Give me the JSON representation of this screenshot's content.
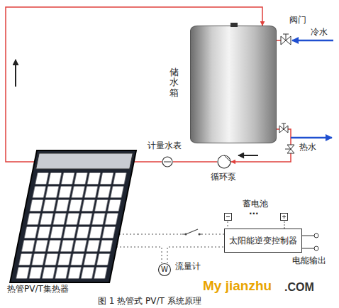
{
  "diagram": {
    "caption": "图 1 热管式 PV/T 系统原理",
    "nodes": [
      {
        "text": [
          "储水箱"
        ]
      },
      {
        "text": [
          "阀门"
        ]
      },
      {
        "text": [
          "热管PV/T集热器"
        ]
      },
      {
        "text": [
          "计量水表"
        ]
      },
      {
        "text": [
          "循环泵"
        ]
      },
      {
        "text": [
          "蓄电池"
        ]
      },
      {
        "text": [
          "太阳能逆变控制器"
        ]
      },
      {
        "text": [
          "W",
          "流量计"
        ]
      }
    ],
    "edges": [
      {
        "from": 2,
        "to": 0,
        "arrow": "to"
      },
      {
        "from": 1,
        "to": 0,
        "arrow": "none"
      },
      {
        "from": 0,
        "to": 4,
        "arrow": "to"
      },
      {
        "from": 4,
        "to": 3,
        "arrow": "none"
      },
      {
        "from": 3,
        "to": 2,
        "arrow": "none"
      },
      {
        "from": 2,
        "to": 6,
        "arrow": "none"
      },
      {
        "from": 2,
        "to": 7,
        "arrow": "none"
      },
      {
        "from": 7,
        "to": 6,
        "arrow": "none"
      },
      {
        "from": 5,
        "to": 6,
        "arrow": "none"
      }
    ],
    "labels": [
      "冷水",
      "热水",
      "···",
      "电能输出",
      "My jianzhu",
      ".COM"
    ]
  }
}
